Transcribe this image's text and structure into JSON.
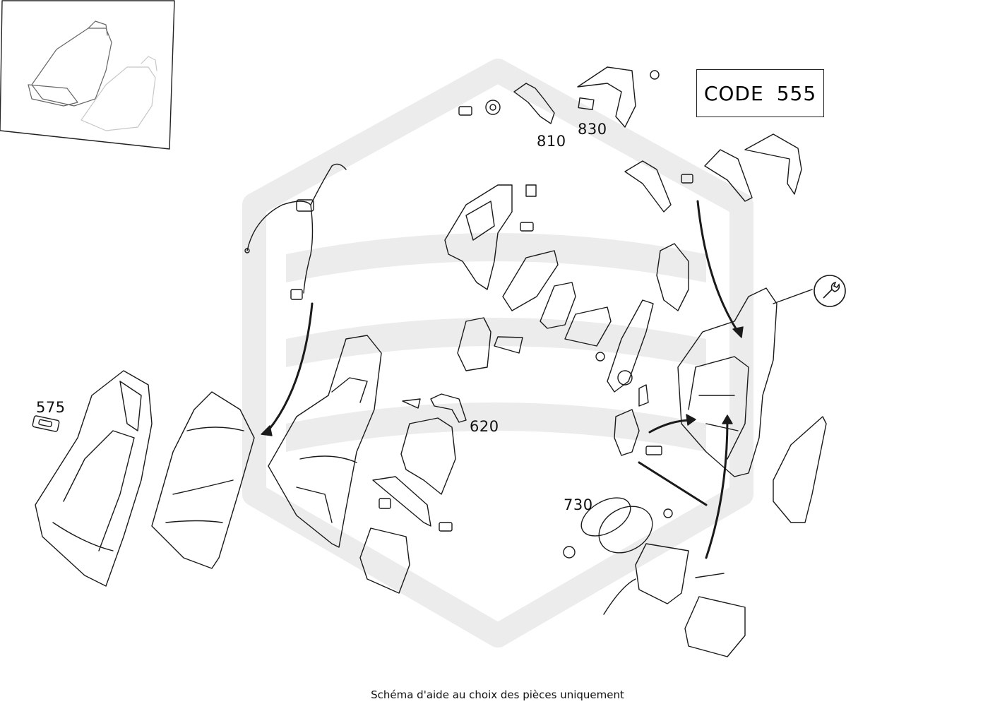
{
  "labels": {
    "p575": "575",
    "p810": "810",
    "p830": "830",
    "p620": "620",
    "p730": "730"
  },
  "code_box": {
    "code_word": "CODE",
    "code_number": "555"
  },
  "caption": "Schéma d'aide au choix des pièces uniquement",
  "colors": {
    "line": "#1a1a1a",
    "watermark": "#ececec",
    "inset_faded": "#c8c8c8"
  },
  "icons": {
    "wrench": "wrench-icon"
  }
}
